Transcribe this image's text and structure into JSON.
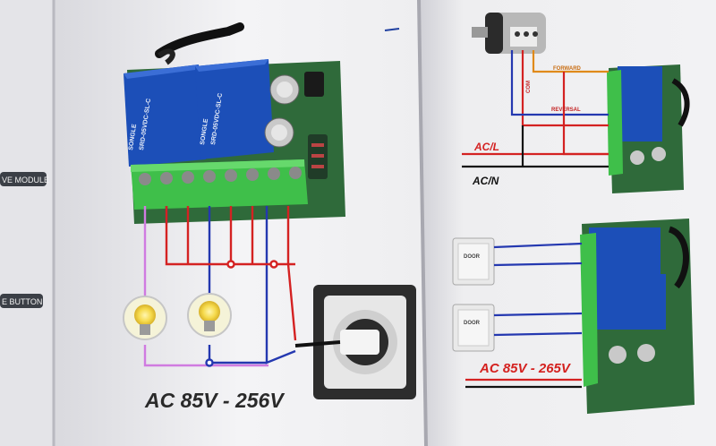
{
  "left_panel": {
    "tab_top": "VE MODULE",
    "tab_bottom": "E BUTTON"
  },
  "main_diagram": {
    "voltage_label": "AC 85V - 256V",
    "relay_brand": "SONGLE",
    "relay_model": "SRD-05VDC-SL-C"
  },
  "motor_diagram": {
    "line_label": "AC/L",
    "neutral_label": "AC/N",
    "wire_forward": "FORWARD",
    "wire_reversal": "REVERSAL",
    "wire_com": "COM"
  },
  "button_diagram": {
    "voltage_label": "AC 85V - 265V",
    "button_label": "DOOR"
  },
  "colors": {
    "wire_red": "#d42222",
    "wire_blue": "#2438b0",
    "wire_pink": "#d07be0",
    "terminal_green": "#3fbf4a",
    "relay_blue": "#1c4fb8",
    "pcb_green": "#2f6a3a"
  }
}
